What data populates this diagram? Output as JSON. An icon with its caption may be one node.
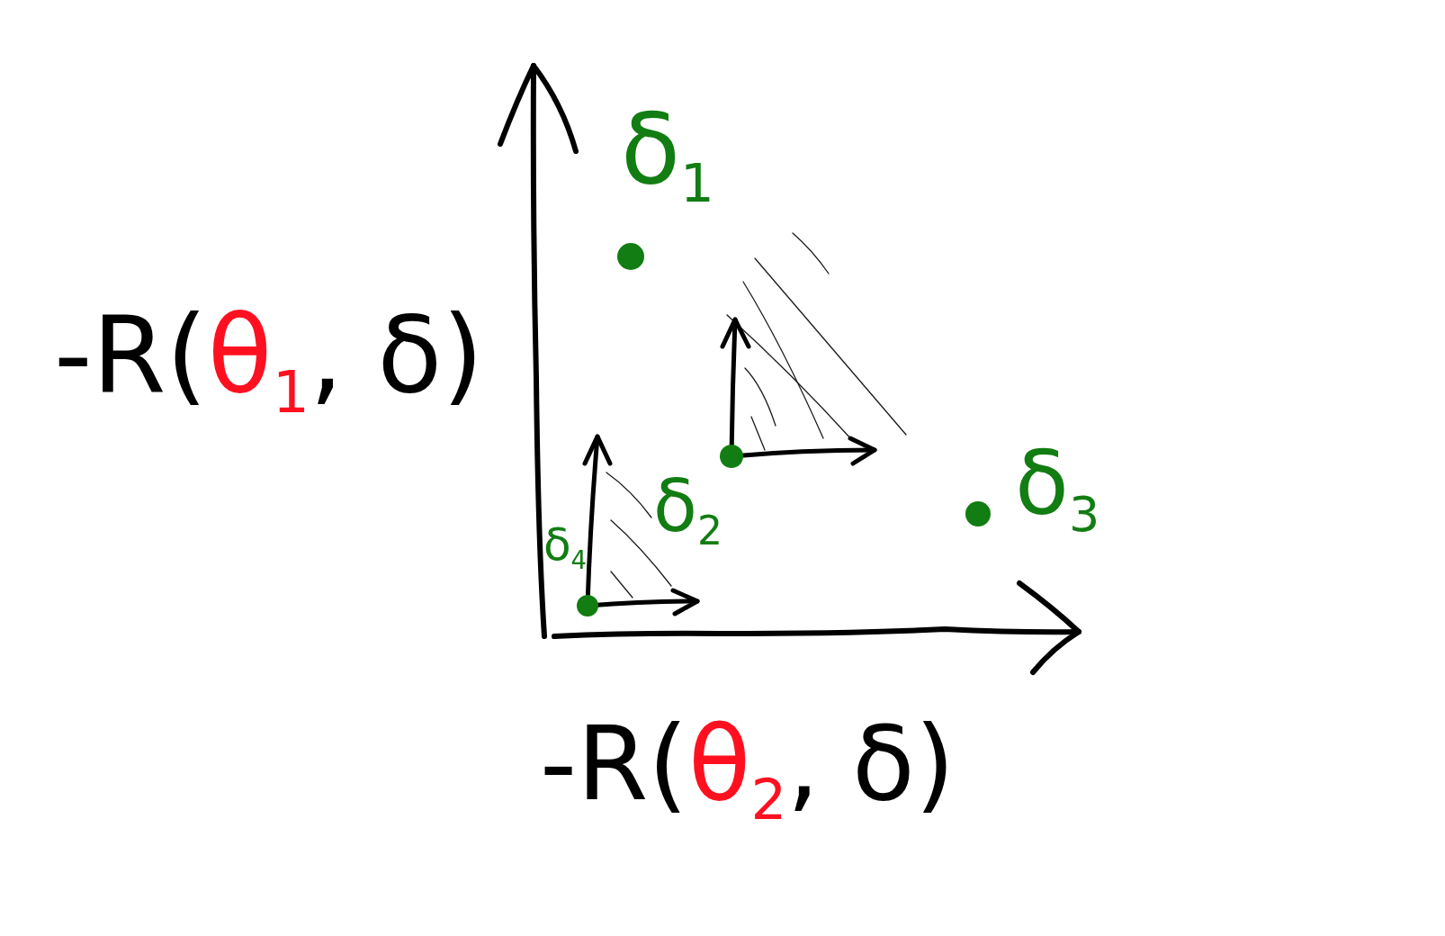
{
  "diagram": {
    "labels": [
      "-R(θ$_{1}$, δ)",
      "-R(θ$_{2}$, δ)",
      "δ$_{1}$",
      "δ$_{2}$",
      "δ$_{3}$",
      "δ$_{4}$"
    ]
  }
}
